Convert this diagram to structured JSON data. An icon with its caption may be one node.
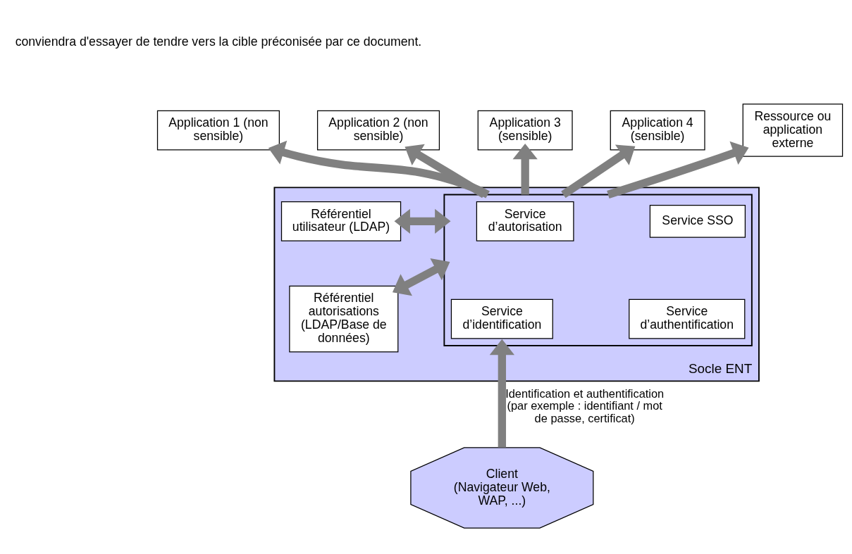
{
  "diagram": {
    "nodes": [
      {
        "text": [
          "Application 1 (non sensible)"
        ]
      },
      {
        "text": [
          "Application 2 (non sensible)"
        ]
      },
      {
        "text": [
          "Application 3 (sensible)"
        ]
      },
      {
        "text": [
          "Application 4 (sensible)"
        ]
      },
      {
        "text": [
          "Ressource ou application externe"
        ]
      },
      {
        "text": [
          "Socle ENT"
        ]
      },
      {
        "text": [],
        "shape": "box",
        "in": 5
      },
      {
        "text": [
          "Service d’autorisation"
        ],
        "in": 6
      },
      {
        "text": [
          "Service SSO"
        ],
        "in": 6
      },
      {
        "text": [
          "Service d’identification"
        ],
        "in": 6
      },
      {
        "text": [
          "Service d’authentification"
        ],
        "in": 6
      },
      {
        "text": [
          "Référentiel utilisateur (LDAP)"
        ],
        "in": 5
      },
      {
        "text": [
          "Référentiel autorisations (LDAP/Base de données)"
        ],
        "in": 5
      },
      {
        "text": [
          "Client",
          "(Navigateur Web, WAP, ...)"
        ]
      }
    ],
    "edges": [
      {
        "from": 6,
        "to": 0,
        "arrow": "to"
      },
      {
        "from": 6,
        "to": 1,
        "arrow": "to"
      },
      {
        "from": 6,
        "to": 2,
        "arrow": "to"
      },
      {
        "from": 6,
        "to": 3,
        "arrow": "to"
      },
      {
        "from": 6,
        "to": 4,
        "arrow": "to"
      },
      {
        "from": 6,
        "to": 11,
        "arrow": "both"
      },
      {
        "from": 6,
        "to": 12,
        "arrow": "both"
      },
      {
        "from": 13,
        "to": 6,
        "arrow": "to",
        "label": "Identification et authentification (par exemple : identifiant / mot de passe, certificat)"
      }
    ],
    "labels": [
      "conviendra d'essayer de tendre vers la cible préconisée par ce document."
    ]
  }
}
